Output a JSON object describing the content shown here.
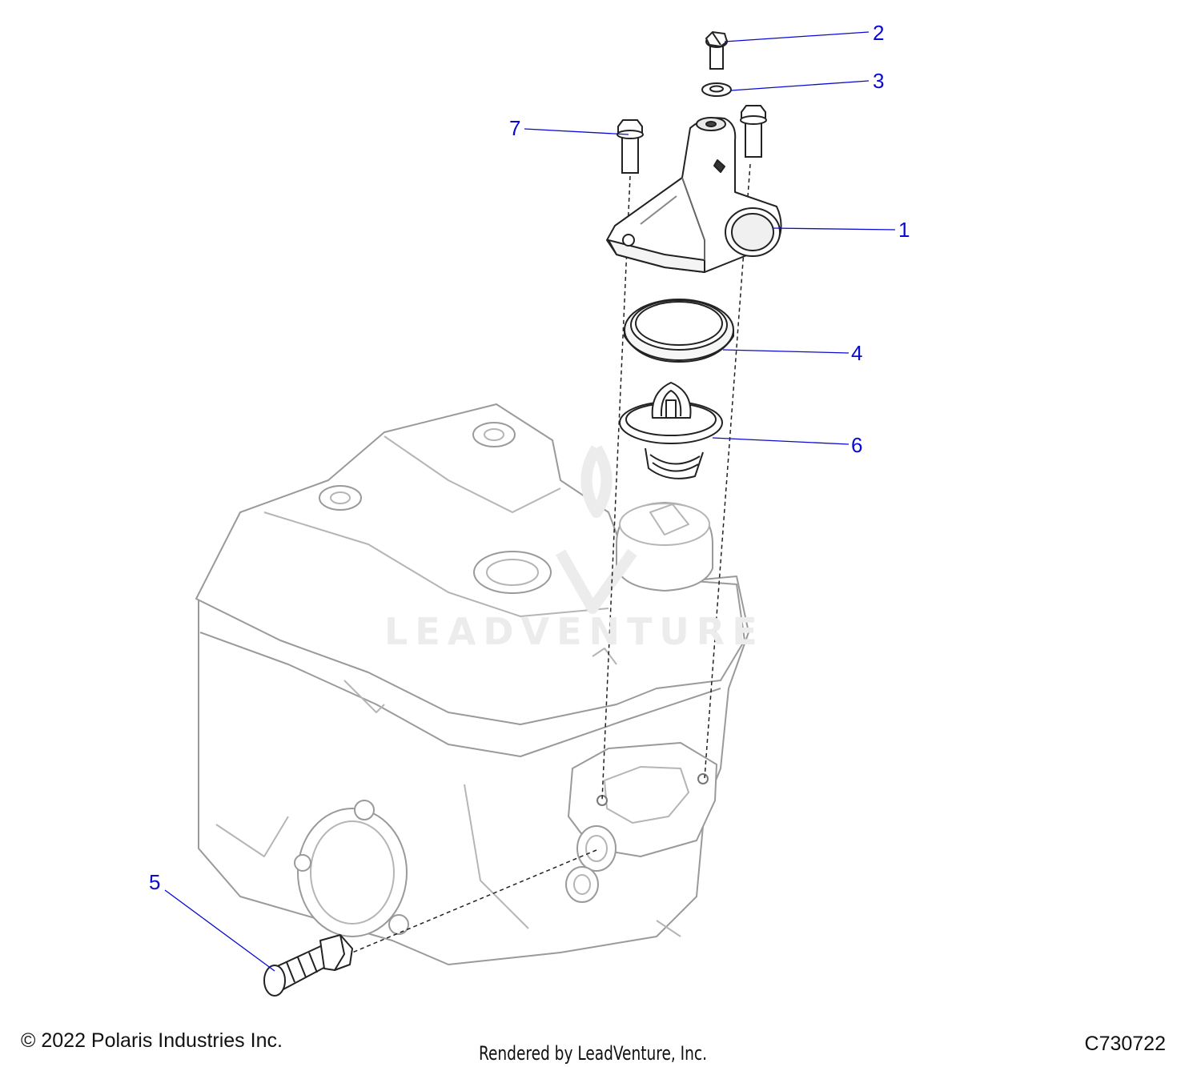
{
  "diagram": {
    "callouts": [
      {
        "number": "1",
        "part": "thermostat-housing"
      },
      {
        "number": "2",
        "part": "bleed-screw"
      },
      {
        "number": "3",
        "part": "sealing-washer"
      },
      {
        "number": "4",
        "part": "seal-ring"
      },
      {
        "number": "5",
        "part": "hose-fitting"
      },
      {
        "number": "6",
        "part": "thermostat"
      },
      {
        "number": "7",
        "part": "flange-bolt"
      }
    ],
    "watermark_text": "LEADVENTURE"
  },
  "footer": {
    "copyright": "© 2022 Polaris Industries Inc.",
    "rendered_by": "Rendered by LeadVenture, Inc.",
    "drawing_code": "C730722"
  },
  "colors": {
    "callout": "#0a0ad0",
    "line": "#222222",
    "ghost": "#9a9a9a"
  }
}
